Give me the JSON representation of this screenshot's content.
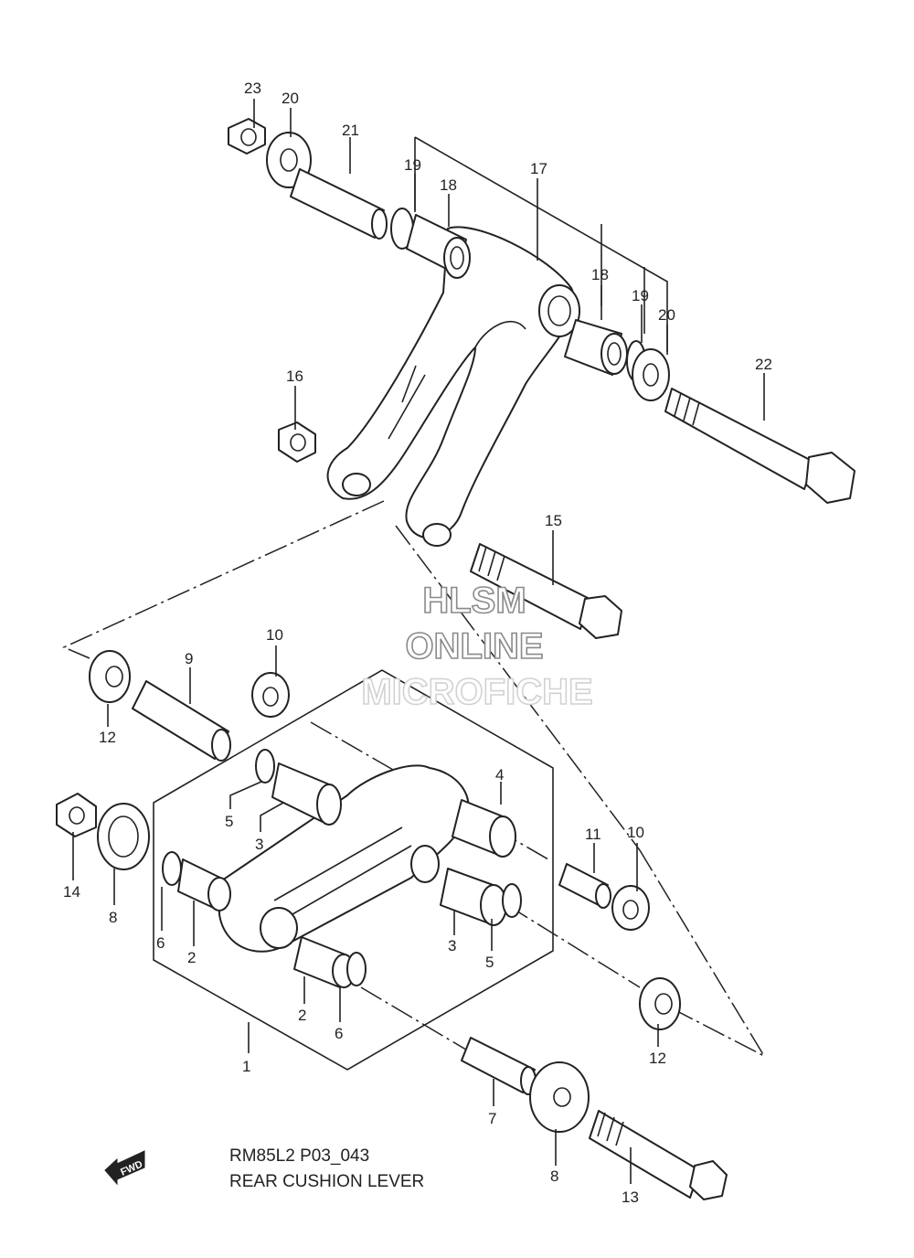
{
  "diagram": {
    "code": "RM85L2 P03_043",
    "title": "REAR CUSHION LEVER",
    "fwd_label": "FWD",
    "watermark": [
      "HLSM",
      "ONLINE",
      "MICROFICHE"
    ],
    "callouts": {
      "c23": "23",
      "c20a": "20",
      "c21": "21",
      "c19a": "19",
      "c18a": "18",
      "c17": "17",
      "c18b": "18",
      "c19b": "19",
      "c20b": "20",
      "c22": "22",
      "c16": "16",
      "c15": "15",
      "c10a": "10",
      "c9": "9",
      "c12a": "12",
      "c14": "14",
      "c8a": "8",
      "c5a": "5",
      "c3a": "3",
      "c4": "4",
      "c6a": "6",
      "c2a": "2",
      "c3b": "3",
      "c5b": "5",
      "c2b": "2",
      "c6b": "6",
      "c1": "1",
      "c11": "11",
      "c10b": "10",
      "c12b": "12",
      "c7": "7",
      "c8b": "8",
      "c13": "13"
    }
  }
}
